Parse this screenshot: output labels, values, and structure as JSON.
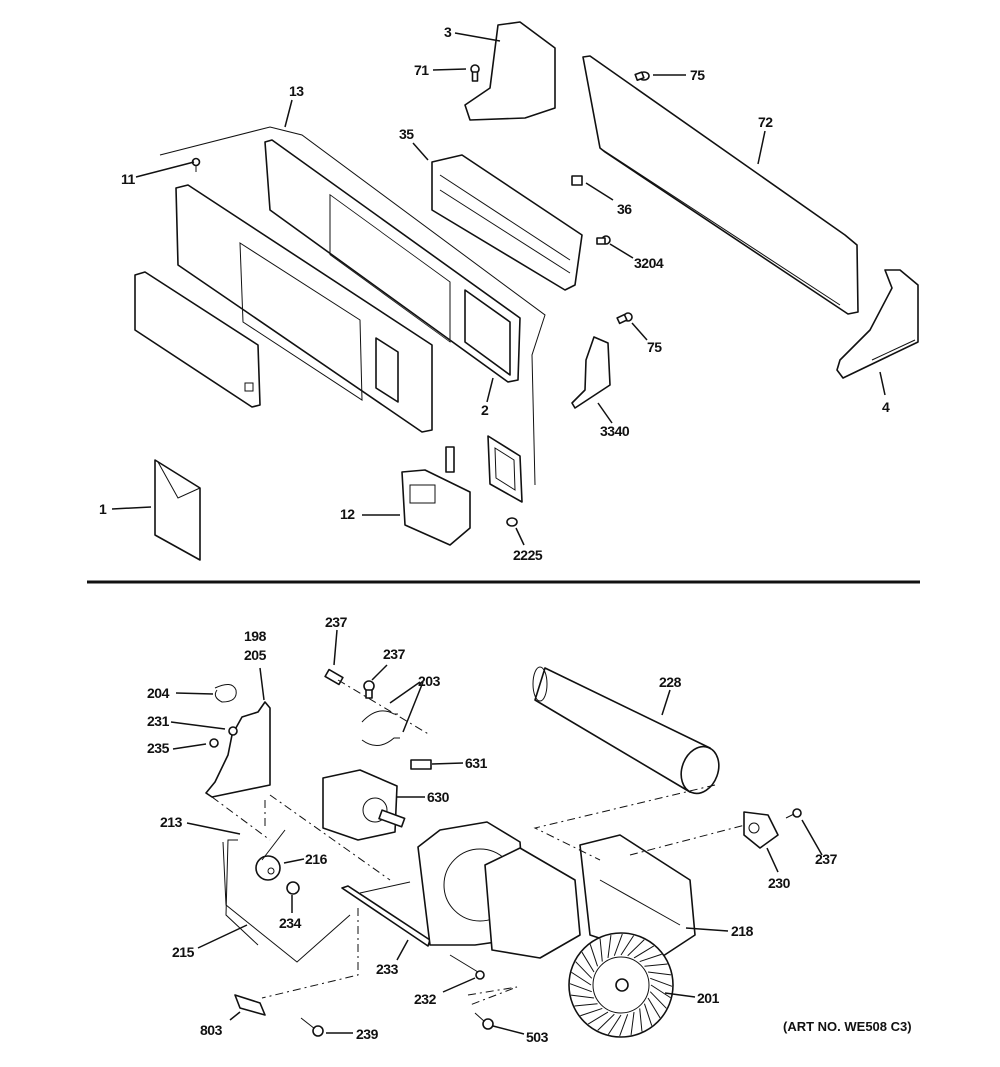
{
  "diagram": {
    "title": "Exploded parts diagram - control panel and blower assembly",
    "art_number": "(ART NO. WE508 C3)",
    "upper_section": {
      "labels": {
        "p1": "1",
        "p2": "2",
        "p3": "3",
        "p4": "4",
        "p11": "11",
        "p12": "12",
        "p13": "13",
        "p35": "35",
        "p36": "36",
        "p71": "71",
        "p72": "72",
        "p75a": "75",
        "p75b": "75",
        "p2225": "2225",
        "p3204": "3204",
        "p3340": "3340"
      }
    },
    "lower_section": {
      "labels": {
        "p198": "198",
        "p205": "205",
        "p204": "204",
        "p231": "231",
        "p235": "235",
        "p237a": "237",
        "p237b": "237",
        "p237c": "237",
        "p203": "203",
        "p631": "631",
        "p630": "630",
        "p228": "228",
        "p213": "213",
        "p216": "216",
        "p234": "234",
        "p215": "215",
        "p233": "233",
        "p232": "232",
        "p218": "218",
        "p230": "230",
        "p201": "201",
        "p803": "803",
        "p239": "239",
        "p503": "503"
      }
    }
  }
}
